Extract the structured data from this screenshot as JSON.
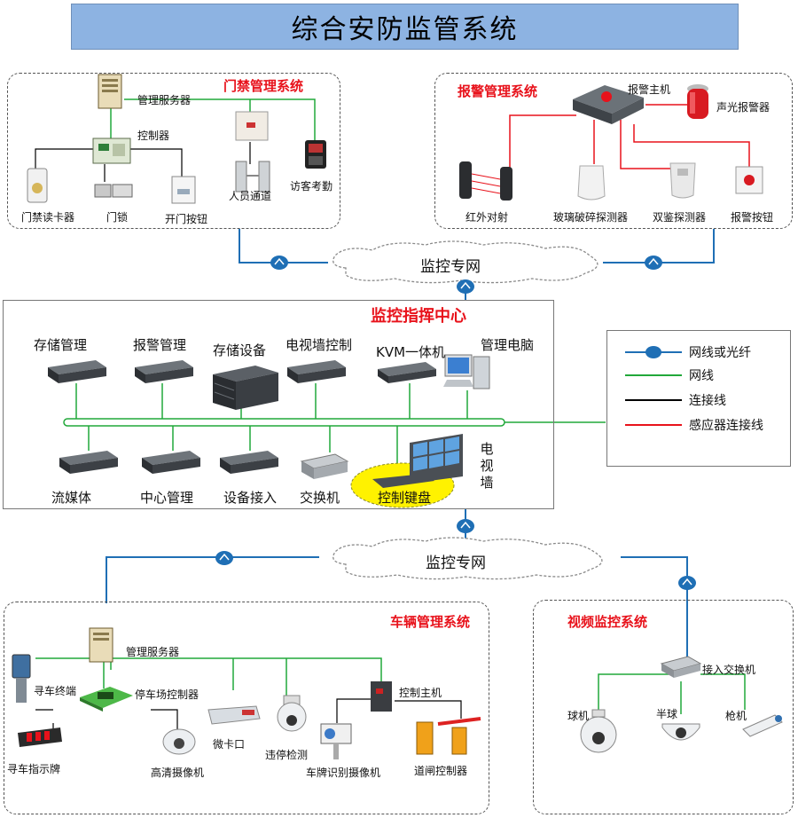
{
  "title": "综合安防监管系统",
  "network_cloud_label": "监控专网",
  "access_system": {
    "title": "门禁管理系统",
    "devices": {
      "server": "管理服务器",
      "controller": "控制器",
      "card_reader": "门禁读卡器",
      "door_lock": "门锁",
      "door_button": "开门按钮",
      "personnel_gate": "人员通道",
      "visitor_attendance": "访客考勤"
    }
  },
  "alarm_system": {
    "title": "报警管理系统",
    "devices": {
      "alarm_host": "报警主机",
      "siren": "声光报警器",
      "infrared": "红外对射",
      "glass_break": "玻璃破碎探测器",
      "dual_detector": "双鉴探测器",
      "alarm_button": "报警按钮"
    }
  },
  "command_center": {
    "title": "监控指挥中心",
    "top": {
      "storage_mgmt": "存储管理",
      "alarm_mgmt": "报警管理",
      "storage_device": "存储设备",
      "tv_wall_ctrl": "电视墙控制",
      "kvm": "KVM一体机",
      "mgmt_pc": "管理电脑"
    },
    "bottom": {
      "streaming": "流媒体",
      "center_mgmt": "中心管理",
      "device_access": "设备接入",
      "switch": "交换机",
      "control_keyboard": "控制键盘",
      "tv_wall": "电视墙"
    }
  },
  "legend": [
    {
      "label": "网线或光纤",
      "color": "#1f6fb5"
    },
    {
      "label": "网线",
      "color": "#21a83a"
    },
    {
      "label": "连接线",
      "color": "#000000"
    },
    {
      "label": "感应器连接线",
      "color": "#e8121b"
    }
  ],
  "vehicle_system": {
    "title": "车辆管理系统",
    "devices": {
      "server": "管理服务器",
      "search_terminal": "寻车终端",
      "parking_controller": "停车场控制器",
      "search_sign": "寻车指示牌",
      "hd_camera": "高清摄像机",
      "checkpoint": "微卡口",
      "violation_detect": "违停检测",
      "plate_camera": "车牌识别摄像机",
      "control_host": "控制主机",
      "barrier_controller": "道闸控制器"
    }
  },
  "video_system": {
    "title": "视频监控系统",
    "devices": {
      "access_switch": "接入交换机",
      "dome": "球机",
      "half_dome": "半球",
      "bullet": "枪机"
    }
  }
}
